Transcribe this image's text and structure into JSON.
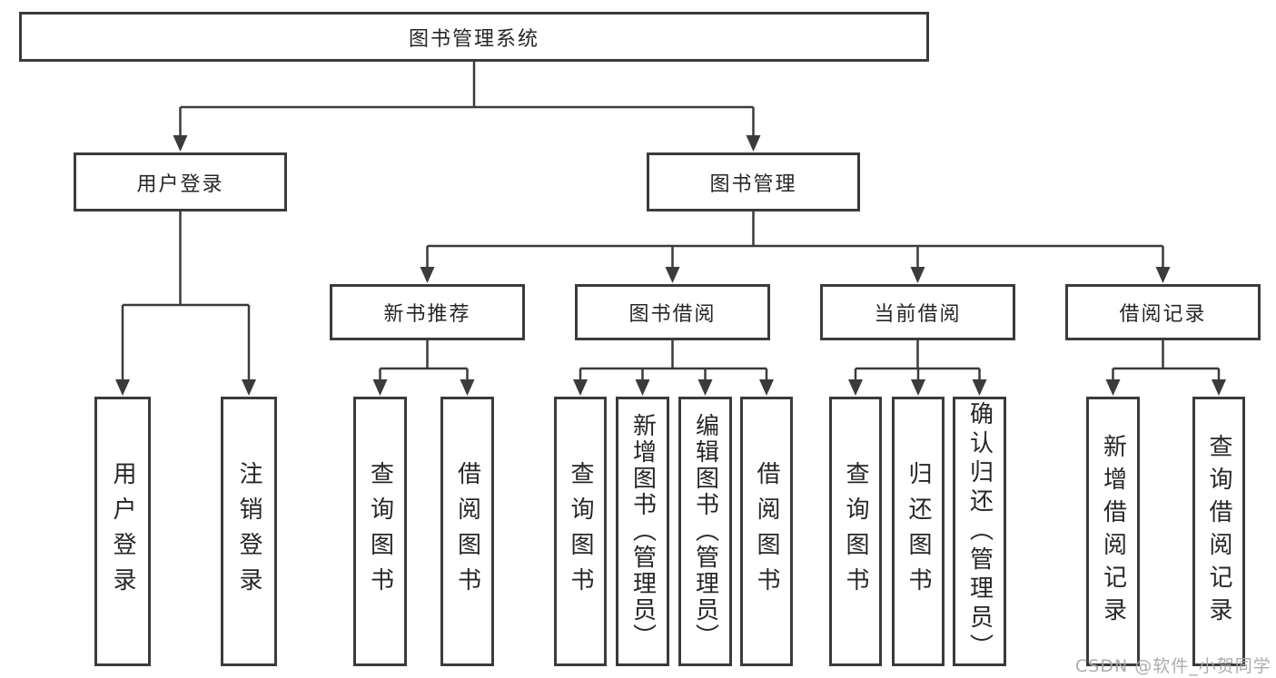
{
  "diagram": {
    "title": "图书管理系统",
    "root": {
      "label": "图书管理系统"
    },
    "branches": [
      {
        "label": "用户登录",
        "children": [
          "用户登录",
          "注销登录"
        ]
      },
      {
        "label": "图书管理",
        "modules": [
          {
            "label": "新书推荐",
            "children": [
              "查询图书",
              "借阅图书"
            ]
          },
          {
            "label": "图书借阅",
            "children": [
              "查询图书",
              "新增图书（管理员）",
              "编辑图书（管理员）",
              "借阅图书"
            ]
          },
          {
            "label": "当前借阅",
            "children": [
              "查询图书",
              "归还图书",
              "确认归还（管理员）"
            ]
          },
          {
            "label": "借阅记录",
            "children": [
              "新增借阅记录",
              "查询借阅记录"
            ]
          }
        ]
      }
    ]
  },
  "watermark": {
    "text": "CSDN @软件_小贺同学"
  },
  "colors": {
    "line": "#3b3b3b",
    "box_border": "#3b3b3b",
    "text": "#262626",
    "watermark": "#a8a8a8",
    "background": "#ffffff"
  }
}
